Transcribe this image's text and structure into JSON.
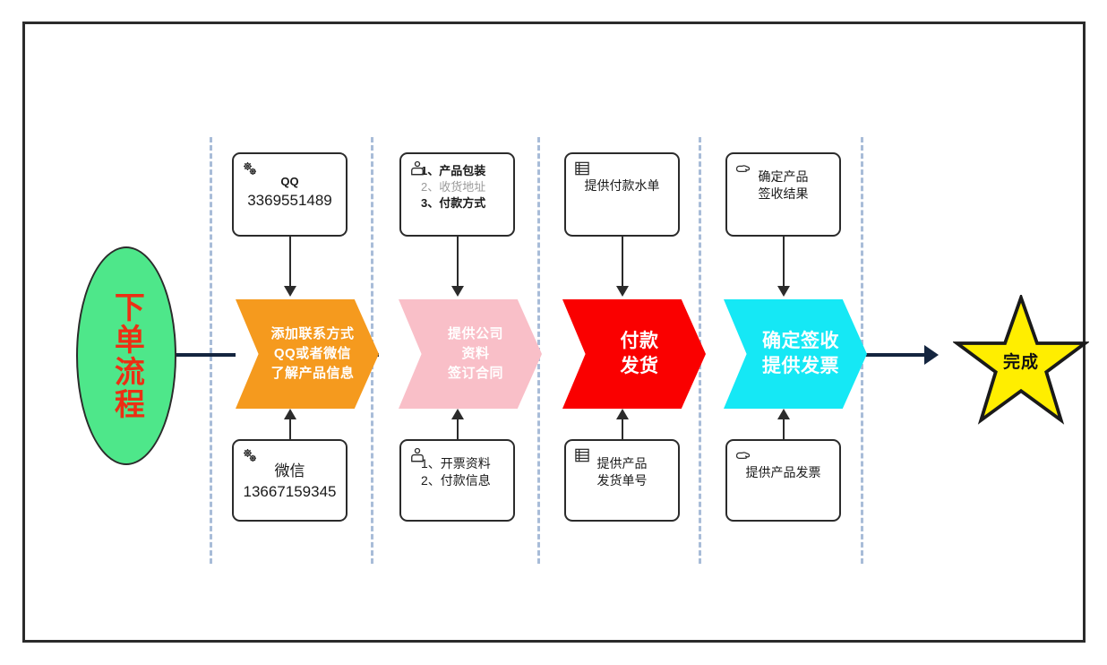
{
  "diagram": {
    "title": "下单流程",
    "colors": {
      "frame_border": "#2b2b2b",
      "divider": "#a8bcd8",
      "flow_line": "#14253f",
      "start_fill": "#4ee78a",
      "start_text": "#ec2f14",
      "end_fill": "#ffee00",
      "end_stroke": "#1a1a1a",
      "chevron_1": "#f59a1e",
      "chevron_2": "#f9bfc8",
      "chevron_3": "#fa0000",
      "chevron_4": "#15e8f5"
    }
  },
  "start_node": {
    "label": "下单流程",
    "shape": "ellipse"
  },
  "end_node": {
    "label": "完成",
    "shape": "star"
  },
  "stages": [
    {
      "id": "stage-1",
      "chevron": {
        "lines": [
          "添加联系方式",
          "QQ或者微信",
          "了解产品信息"
        ],
        "fill": "#f59a1e",
        "text_color": "#ffffff"
      },
      "top_box": {
        "icon": "gears-icon",
        "lines": [
          {
            "text": "QQ",
            "style": "bold"
          },
          {
            "text": "3369551489",
            "style": "big"
          }
        ]
      },
      "bottom_box": {
        "icon": "gears-icon",
        "lines": [
          {
            "text": "微信",
            "style": "big"
          },
          {
            "text": "13667159345",
            "style": "big"
          }
        ]
      }
    },
    {
      "id": "stage-2",
      "chevron": {
        "lines": [
          "提供公司",
          "资料",
          "签订合同"
        ],
        "fill": "#f9bfc8",
        "text_color": "#ffffff"
      },
      "top_box": {
        "icon": "person-box-icon",
        "lines": [
          {
            "text": "1、产品包装",
            "style": "bold-list"
          },
          {
            "text": "2、收货地址",
            "style": "muted-list"
          },
          {
            "text": "3、付款方式",
            "style": "bold-list"
          }
        ]
      },
      "bottom_box": {
        "icon": "person-box-icon",
        "lines": [
          {
            "text": "1、开票资料",
            "style": "list"
          },
          {
            "text": "2、付款信息",
            "style": "list"
          }
        ]
      }
    },
    {
      "id": "stage-3",
      "chevron": {
        "lines": [
          "付款",
          "发货"
        ],
        "fill": "#fa0000",
        "text_color": "#ffffff",
        "emphasis": true
      },
      "top_box": {
        "icon": "list-document-icon",
        "lines": [
          {
            "text": "提供付款水单",
            "style": "normal"
          }
        ]
      },
      "bottom_box": {
        "icon": "list-document-icon",
        "lines": [
          {
            "text": "提供产品",
            "style": "normal"
          },
          {
            "text": "发货单号",
            "style": "normal"
          }
        ]
      }
    },
    {
      "id": "stage-4",
      "chevron": {
        "lines": [
          "确定签收",
          "提供发票"
        ],
        "fill": "#15e8f5",
        "text_color": "#ffffff",
        "emphasis": true
      },
      "top_box": {
        "icon": "pointing-hand-icon",
        "lines": [
          {
            "text": "确定产品",
            "style": "normal"
          },
          {
            "text": "签收结果",
            "style": "normal"
          }
        ]
      },
      "bottom_box": {
        "icon": "pointing-hand-icon",
        "lines": [
          {
            "text": "提供产品发票",
            "style": "normal"
          }
        ]
      }
    }
  ]
}
